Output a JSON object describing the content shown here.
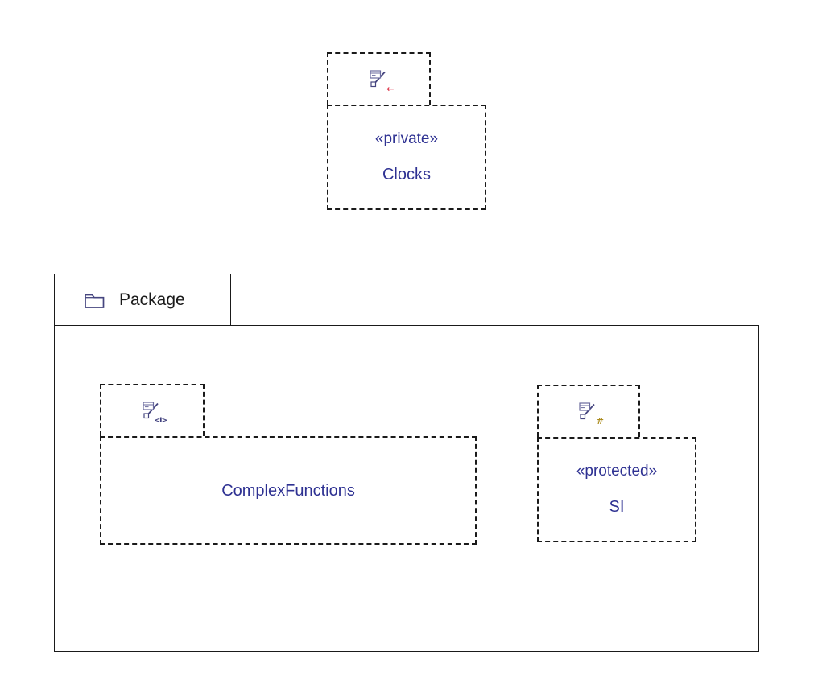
{
  "colors": {
    "canvas_bg": "#ffffff",
    "border": "#1a1a1a",
    "node_label": "#2e3192",
    "package_label": "#1a1a1a",
    "icon_stroke": "#6b6b9e",
    "icon_accent": "#45457f"
  },
  "icons": {
    "package_tab": "folder-icon",
    "import_node_tab": "element-import-icon"
  },
  "nodes": {
    "clocks": {
      "stereotype": "«private»",
      "name": "Clocks",
      "visibility_marker": {
        "glyph": "←",
        "color": "#dd3448"
      }
    },
    "package": {
      "name": "Package"
    },
    "complex_functions": {
      "name": "ComplexFunctions",
      "visibility_marker": {
        "glyph": "<I>",
        "color": "#3f3f7d"
      }
    },
    "si": {
      "stereotype": "«protected»",
      "name": "SI",
      "visibility_marker": {
        "glyph": "#",
        "color": "#ab8b1e"
      }
    }
  }
}
